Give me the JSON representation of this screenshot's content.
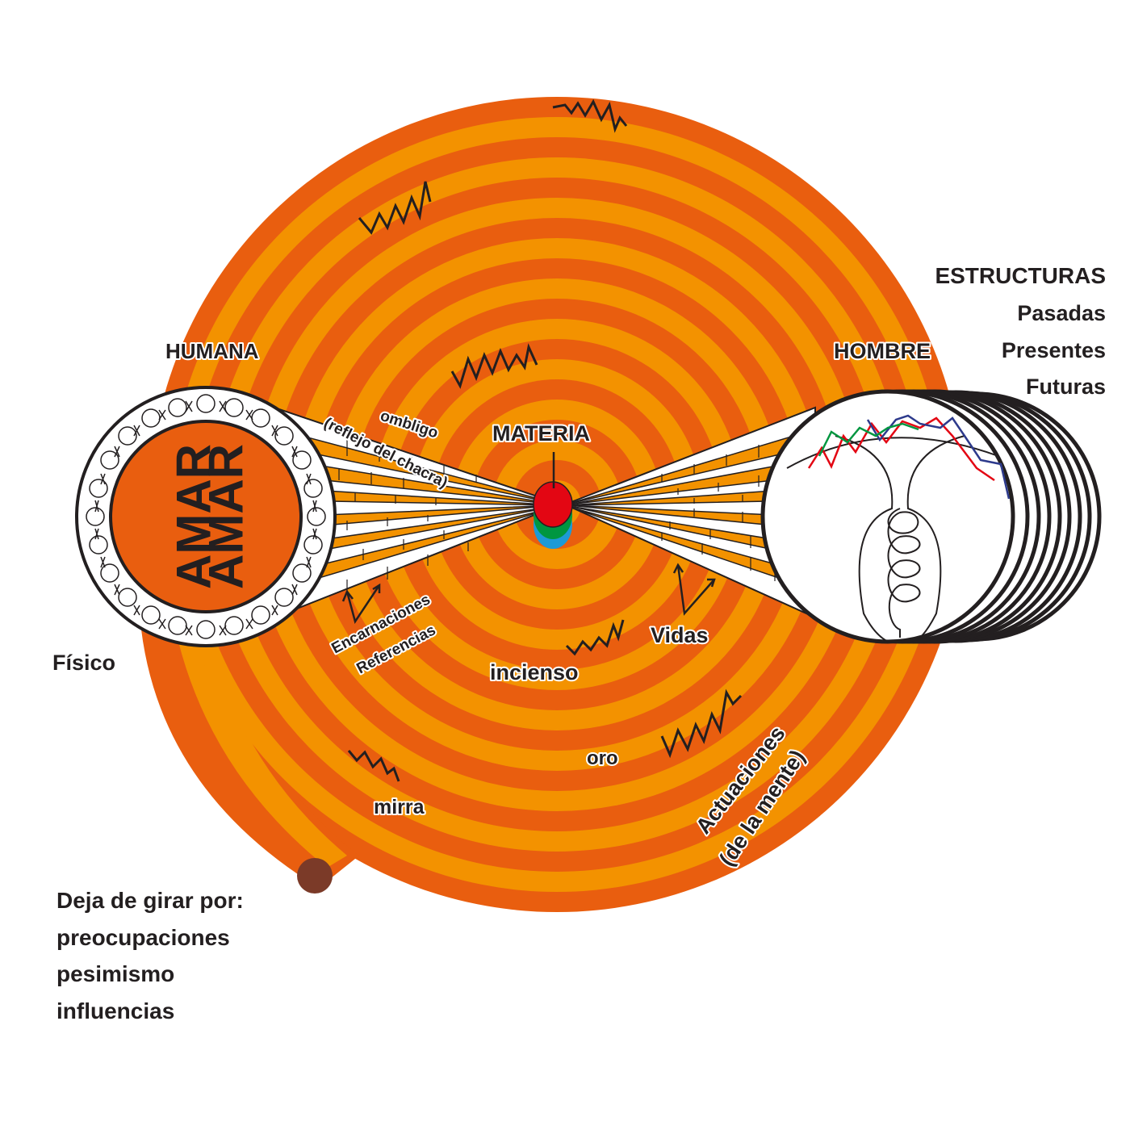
{
  "colors": {
    "dark_band": "#e95e0f",
    "light_band": "#f39200",
    "outline": "#231f20",
    "end_cap": "#7b3a28",
    "materia_top": "#e30613",
    "materia_mid": "#009640",
    "materia_bottom": "#1d9ad6",
    "structure_red": "#e30613",
    "structure_blue": "#2d3a8c",
    "structure_green": "#009640"
  },
  "labels": {
    "humana": "HUMANA",
    "hombre": "HOMBRE",
    "materia": "MATERIA",
    "ombligo": "ombligo",
    "reflejo": "(reflejo del chacra)",
    "encarnaciones": "Encarnaciones",
    "referencias": "Referencias",
    "vidas": "Vidas",
    "incienso": "incienso",
    "oro": "oro",
    "mirra": "mirra",
    "actuaciones": "Actuaciones",
    "de_la_mente": "(de la mente)",
    "fisico": "Físico"
  },
  "estructuras": {
    "title": "ESTRUCTURAS",
    "items": [
      "Pasadas",
      "Presentes",
      "Futuras"
    ]
  },
  "deja_de_girar": {
    "title": "Deja de girar por:",
    "items": [
      "preocupaciones",
      "pesimismo",
      "influencias"
    ]
  },
  "amar_glyphs": [
    "AMAR",
    "AMAR"
  ],
  "icons": [
    "zigzag-icon",
    "arrow-icon",
    "spiral-loop-icon",
    "stacked-disc-icon"
  ]
}
